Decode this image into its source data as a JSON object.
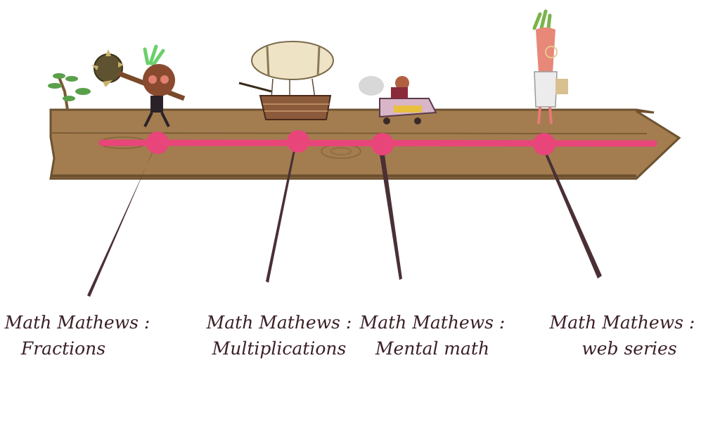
{
  "timeline": {
    "colors": {
      "plank": "#a37d4f",
      "plank_edge": "#6e5230",
      "track": "#e8457a",
      "pointer": "#4a3035",
      "label_text": "#3a2026"
    },
    "milestones": [
      {
        "line1": "Math Mathews :",
        "line2": "Fractions",
        "character": "club-warrior-icon"
      },
      {
        "line1": "Math Mathews :",
        "line2": "Multiplications",
        "character": "airship-icon"
      },
      {
        "line1": "Math Mathews :",
        "line2": "Mental math",
        "character": "steam-car-icon"
      },
      {
        "line1": "Math Mathews :",
        "line2": "web series",
        "character": "carrot-professor-icon"
      }
    ]
  }
}
